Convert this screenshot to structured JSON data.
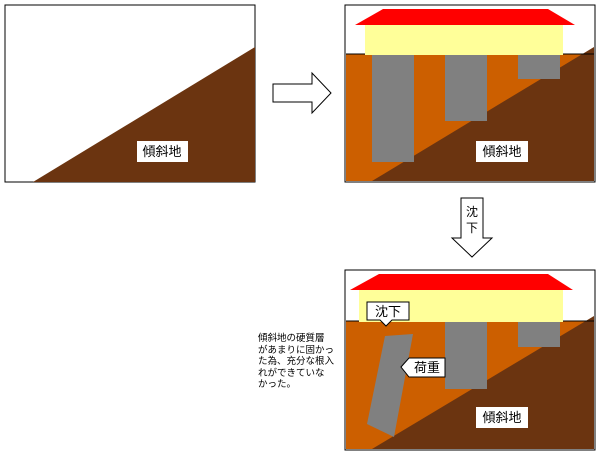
{
  "colors": {
    "soil_dark": "#6b3410",
    "soil_orange": "#cc5f00",
    "pile_gray": "#808080",
    "roof_red": "#ff0000",
    "wall_yellow": "#ffff99",
    "outline": "#000000"
  },
  "icons": {
    "right_arrow": "block-arrow-right",
    "down_arrow": "block-arrow-down",
    "load_arrow": "callout-arrow-left"
  },
  "panel1": {
    "label": "傾斜地"
  },
  "panel2": {
    "label": "傾斜地"
  },
  "panel3": {
    "label": "傾斜地",
    "settle_callout": "沈下",
    "load_callout": "荷重"
  },
  "down_arrow": {
    "label_line1": "沈",
    "label_line2": "下"
  },
  "note": {
    "text": "傾斜地の硬質層\nがあまりに固かっ\nた為、充分な根入\nれができていな\nかった。"
  }
}
